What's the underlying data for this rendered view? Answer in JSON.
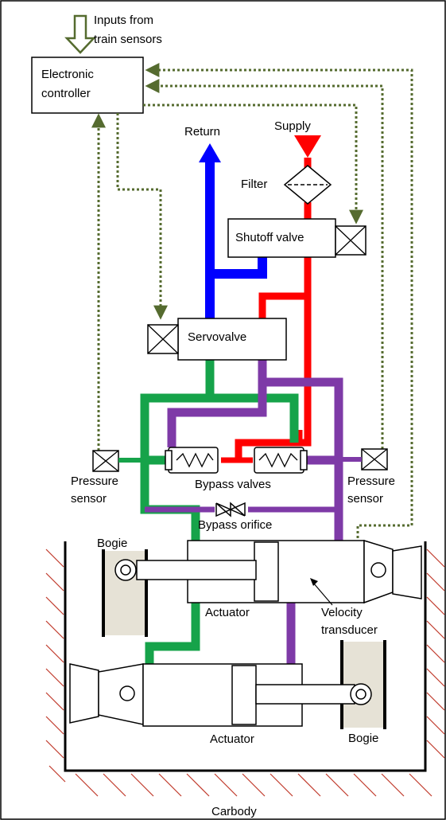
{
  "labels": {
    "inputs_line1": "Inputs from",
    "inputs_line2": "train sensors",
    "controller_line1": "Electronic",
    "controller_line2": "controller",
    "return": "Return",
    "supply": "Supply",
    "filter": "Filter",
    "shutoff_valve": "Shutoff valve",
    "servovalve": "Servovalve",
    "pressure_left_1": "Pressure",
    "pressure_left_2": "sensor",
    "pressure_right_1": "Pressure",
    "pressure_right_2": "sensor",
    "bypass_valves": "Bypass valves",
    "bypass_orifice": "Bypass orifice",
    "bogie_top": "Bogie",
    "actuator_top": "Actuator",
    "velocity_1": "Velocity",
    "velocity_2": "transducer",
    "actuator_bottom": "Actuator",
    "bogie_bottom": "Bogie",
    "carbody": "Carbody"
  },
  "colors": {
    "signal": "#556b2f",
    "green_line": "#16a34a",
    "purple_line": "#7e3aa7",
    "supply_red": "#ff0000",
    "return_blue": "#0000ff",
    "hatch": "#c0392b",
    "bogie_fill": "#e6e2d6"
  }
}
